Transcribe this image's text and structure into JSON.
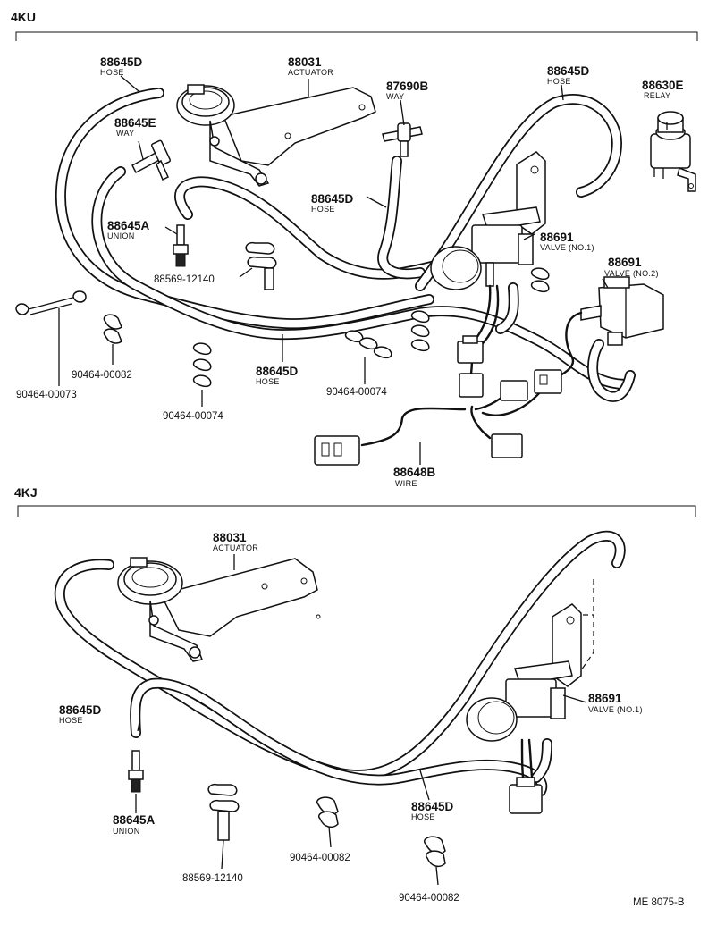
{
  "sections": {
    "top": "4KU",
    "bottom": "4KJ"
  },
  "labels_4ku": {
    "hose_left": {
      "pn": "88645D",
      "desc": "HOSE"
    },
    "actuator": {
      "pn": "88031",
      "desc": "ACTUATOR"
    },
    "way_87690": {
      "pn": "87690B",
      "desc": "WAY"
    },
    "hose_right": {
      "pn": "88645D",
      "desc": "HOSE"
    },
    "relay": {
      "pn": "88630E",
      "desc": "RELAY"
    },
    "way_88645e": {
      "pn": "88645E",
      "desc": "WAY"
    },
    "hose_mid": {
      "pn": "88645D",
      "desc": "HOSE"
    },
    "union": {
      "pn": "88645A",
      "desc": "UNION"
    },
    "valve1": {
      "pn": "88691",
      "desc": "VALVE (NO.1)"
    },
    "valve2": {
      "pn": "88691",
      "desc": "VALVE (NO.2)"
    },
    "clip_88569": {
      "pn": "88569-12140"
    },
    "clip_00082": {
      "pn": "90464-00082"
    },
    "clip_00073": {
      "pn": "90464-00073"
    },
    "hose_bottom": {
      "pn": "88645D",
      "desc": "HOSE"
    },
    "clip_00074a": {
      "pn": "90464-00074"
    },
    "clip_00074b": {
      "pn": "90464-00074"
    },
    "wire": {
      "pn": "88648B",
      "desc": "WIRE"
    }
  },
  "labels_4kj": {
    "actuator": {
      "pn": "88031",
      "desc": "ACTUATOR"
    },
    "hose_left": {
      "pn": "88645D",
      "desc": "HOSE"
    },
    "valve1": {
      "pn": "88691",
      "desc": "VALVE (NO.1)"
    },
    "union": {
      "pn": "88645A",
      "desc": "UNION"
    },
    "hose_bottom": {
      "pn": "88645D",
      "desc": "HOSE"
    },
    "clip_88569": {
      "pn": "88569-12140"
    },
    "clip_00082a": {
      "pn": "90464-00082"
    },
    "clip_00082b": {
      "pn": "90464-00082"
    }
  },
  "reference": "ME 8075-B"
}
